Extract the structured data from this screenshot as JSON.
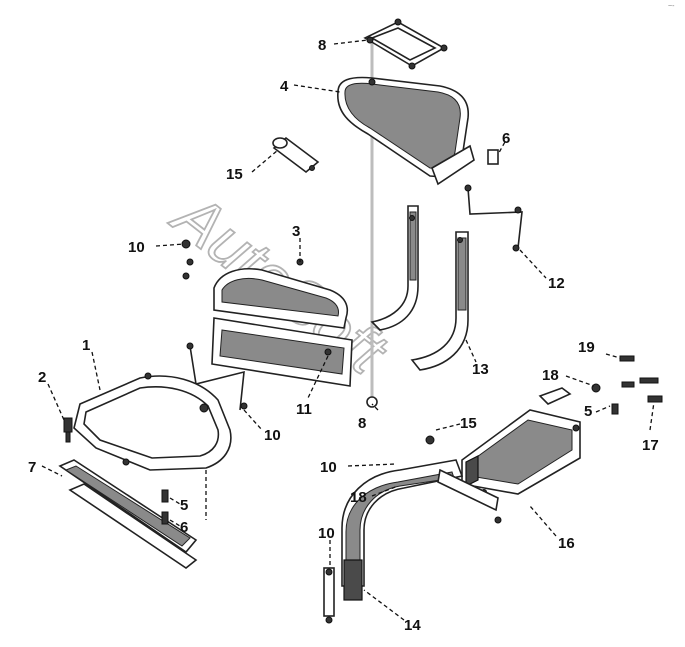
{
  "diagram": {
    "watermark": "AutoSoft",
    "corner_mark": "~-",
    "callouts": [
      {
        "id": "c8a",
        "text": "8"
      },
      {
        "id": "c4",
        "text": "4"
      },
      {
        "id": "c6a",
        "text": "6"
      },
      {
        "id": "c15a",
        "text": "15"
      },
      {
        "id": "c3",
        "text": "3"
      },
      {
        "id": "c10a",
        "text": "10"
      },
      {
        "id": "c12",
        "text": "12"
      },
      {
        "id": "c1",
        "text": "1"
      },
      {
        "id": "c2",
        "text": "2"
      },
      {
        "id": "c13",
        "text": "13"
      },
      {
        "id": "c11",
        "text": "11"
      },
      {
        "id": "c10b",
        "text": "10"
      },
      {
        "id": "c19",
        "text": "19"
      },
      {
        "id": "c18a",
        "text": "18"
      },
      {
        "id": "c8b",
        "text": "8"
      },
      {
        "id": "c15b",
        "text": "15"
      },
      {
        "id": "c5a",
        "text": "5"
      },
      {
        "id": "c17",
        "text": "17"
      },
      {
        "id": "c7",
        "text": "7"
      },
      {
        "id": "c10c",
        "text": "10"
      },
      {
        "id": "c18b",
        "text": "18"
      },
      {
        "id": "c5b",
        "text": "5"
      },
      {
        "id": "c6b",
        "text": "6"
      },
      {
        "id": "c16",
        "text": "16"
      },
      {
        "id": "c10d",
        "text": "10"
      },
      {
        "id": "c14",
        "text": "14"
      }
    ]
  }
}
